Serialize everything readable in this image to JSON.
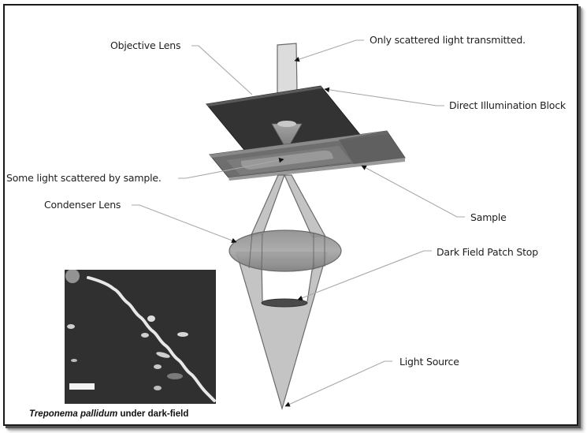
{
  "diagram": {
    "title": "Dark-field microscopy light path",
    "labels": {
      "objective_lens": "Objective Lens",
      "only_scattered": "Only scattered light transmitted.",
      "direct_illumination_block": "Direct Illumination Block",
      "some_light_scattered": "Some light scattered by sample.",
      "condenser_lens": "Condenser Lens",
      "sample": "Sample",
      "dark_field_patch_stop": "Dark Field Patch Stop",
      "light_source": "Light Source"
    },
    "photo": {
      "caption_italic": "Treponema pallidum",
      "caption_rest": " under dark-field",
      "alt": "Dark-field micrograph of spirochete"
    },
    "colors": {
      "block": "#333333",
      "slide": "#6e6e6e",
      "light_cone": "#c4c4c4",
      "lens": "#9a9a9a",
      "leader_line": "#a8a8a8",
      "text": "#1e1e1e"
    }
  }
}
